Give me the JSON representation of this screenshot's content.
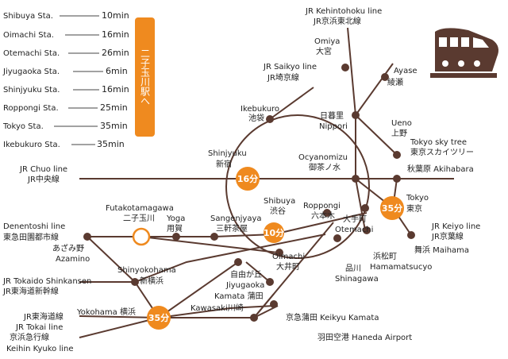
{
  "colors": {
    "line": "#5a3a30",
    "orange": "#ef8a1f",
    "text": "#222222",
    "train_icon": "#5a3a30"
  },
  "destination_banner": "二子玉川駅へ",
  "travel_times": [
    {
      "station": "Shibuya Sta.",
      "time": "10min"
    },
    {
      "station": "Oimachi Sta.",
      "time": "16min"
    },
    {
      "station": "Otemachi Sta.",
      "time": "26min"
    },
    {
      "station": "Jiyugaoka Sta.",
      "time": "6min"
    },
    {
      "station": "Shinjyuku Sta.",
      "time": "16min"
    },
    {
      "station": "Roppongi Sta.",
      "time": "25min"
    },
    {
      "station": "Tokyo Sta.",
      "time": "35min"
    },
    {
      "station": "Ikebukuro Sta.",
      "time": "35min"
    }
  ],
  "badges": {
    "shinjuku": "16分",
    "tokyo": "35分",
    "shibuya": "10分",
    "yokohama": "35分"
  },
  "icons": {
    "train": "train-icon"
  },
  "map": {
    "keihin_en": "JR Kehintohoku line",
    "keihin_jp": "JR京浜東北線",
    "omiya_en": "Omiya",
    "omiya_jp": "大宮",
    "saikyo_en": "JR Saikyo line",
    "saikyo_jp": "JR埼京線",
    "ayase_en": "Ayase",
    "ayase_jp": "綾瀬",
    "ikebukuro_en": "Ikebukuro",
    "ikebukuro_jp": "池袋",
    "nippori_jp": "日暮里",
    "nippori_en": "Nippori",
    "ueno_en": "Ueno",
    "ueno_jp": "上野",
    "skytree_en": "Tokyo sky tree",
    "skytree_jp": "東京スカイツリー",
    "shinjuku_en": "Shinjyuku",
    "shinjuku_jp": "新宿",
    "ochanomizu_en": "Ocyanomizu",
    "ochanomizu_jp": "御茶ノ水",
    "akihabara": "秋葉原 Akihabara",
    "chuo_en": "JR Chuo line",
    "chuo_jp": "JR中央線",
    "shibuya_en": "Shibuya",
    "shibuya_jp": "渋谷",
    "roppongi_en": "Roppongi",
    "roppongi_jp": "六本木",
    "otemachi_jp": "大手町",
    "otemachi_en": "Otemachi",
    "tokyo_en": "Tokyo",
    "tokyo_jp": "東京",
    "futako_en": "Futakotamagawa",
    "futako_jp": "二子玉川",
    "yoga_en": "Yoga",
    "yoga_jp": "用賀",
    "sangen_en": "Sangenjyaya",
    "sangen_jp": "三軒茶屋",
    "keiyo_en": "JR Keiyo line",
    "keiyo_jp": "JR京葉線",
    "maihama": "舞浜 Maihama",
    "dento_en": "Denentoshi line",
    "dento_jp": "東急田園都市線",
    "azamino_jp": "あざみ野",
    "azamino_en": "Azamino",
    "oimachi_en": "Oimachi",
    "oimachi_jp": "大井町",
    "shinagawa_jp": "品川",
    "shinagawa_en": "Shinagawa",
    "hamamatsu_jp": "浜松町",
    "hamamatsu_en": "Hamamatsucyo",
    "shinyoko_en": "Shinyokohama",
    "shinyoko_jp": "新横浜",
    "jiyugaoka_jp": "自由が丘",
    "jiyugaoka_en": "Jiyugaoka",
    "tokaido_shink_en": "JR Tokaido Shinkansen",
    "tokaido_shink_jp": "JR東海道新幹線",
    "kamata": "Kamata 蒲田",
    "kawasaki": "Kawasaki川崎",
    "yokohama": "Yokohama 横浜",
    "keikyu_kamata": "京急蒲田 Keikyu Kamata",
    "haneda": "羽田空港 Haneda Airport",
    "tokaido_jp": "JR東海道線",
    "tokai_en": "JR Tokai line",
    "keikyu_jp": "京浜急行線",
    "keikyu_en": "Keihin Kyuko line"
  }
}
